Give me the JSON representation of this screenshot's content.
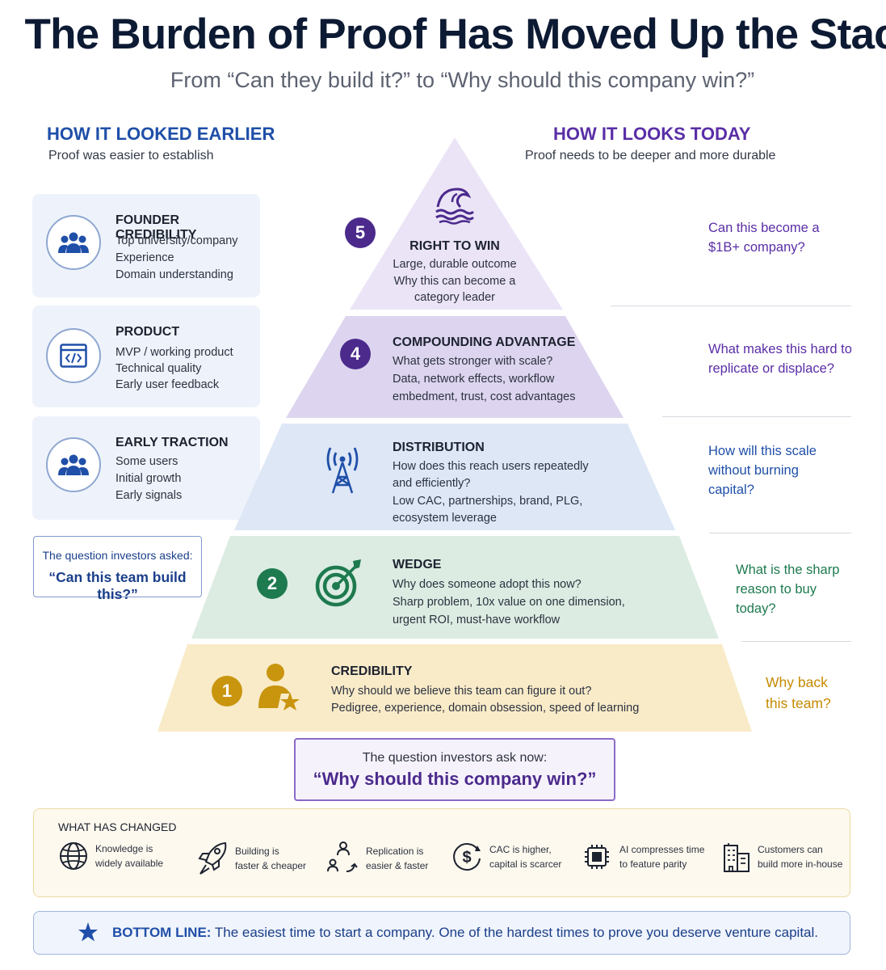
{
  "header": {
    "title": "The Burden of Proof Has Moved Up the Stack",
    "subtitle": "From “Can they build it?” to “Why should this company win?”"
  },
  "earlier": {
    "heading": "HOW IT LOOKED EARLIER",
    "subheading": "Proof was easier to establish",
    "cards": [
      {
        "title": "FOUNDER CREDIBILITY",
        "icon": "people-icon",
        "lines": [
          "Top university/company",
          "Experience",
          "Domain understanding"
        ]
      },
      {
        "title": "PRODUCT",
        "icon": "code-window-icon",
        "lines": [
          "MVP / working product",
          "Technical quality",
          "Early user feedback"
        ]
      },
      {
        "title": "EARLY TRACTION",
        "icon": "people-icon",
        "lines": [
          "Some users",
          "Initial growth",
          "Early signals"
        ]
      }
    ],
    "question_label": "The question investors asked:",
    "question": "“Can this team build this?”"
  },
  "today": {
    "heading": "HOW IT LOOKS TODAY",
    "subheading": "Proof needs to be deeper and more durable"
  },
  "pyramid": [
    {
      "level": "5",
      "title": "RIGHT TO WIN",
      "icon": "wave-icon",
      "color": "#e9e2f5",
      "badge": "#4b2a8c",
      "lines": [
        "Large, durable outcome",
        "Why this can become a",
        "category leader"
      ],
      "question": [
        "Can this become a",
        "$1B+ company?"
      ],
      "qcolor": "#5a2ea6"
    },
    {
      "level": "4",
      "title": "COMPOUNDING ADVANTAGE",
      "icon": "",
      "color": "#ddd6f0",
      "badge": "#4b2a8c",
      "lines": [
        "What gets stronger with scale?",
        "Data, network effects, workflow",
        "embedment, trust, cost advantages"
      ],
      "question": [
        "What makes this hard to",
        "replicate or displace?"
      ],
      "qcolor": "#5a2ea6"
    },
    {
      "level": "",
      "title": "DISTRIBUTION",
      "icon": "antenna-icon",
      "color": "#dbe6f6",
      "badge": "",
      "lines": [
        "How does this reach users repeatedly",
        "and efficiently?",
        "Low CAC, partnerships, brand, PLG,",
        "ecosystem leverage"
      ],
      "question": [
        "How will this scale",
        "without burning",
        "capital?"
      ],
      "qcolor": "#1f4fa8"
    },
    {
      "level": "2",
      "title": "WEDGE",
      "icon": "target-icon",
      "color": "#dcece3",
      "badge": "#1e7a4f",
      "lines": [
        "Why does someone adopt this now?",
        "Sharp problem, 10x value on one dimension,",
        "urgent ROI, must-have workflow"
      ],
      "question": [
        "What is the sharp",
        "reason to buy",
        "today?"
      ],
      "qcolor": "#1e7a4f"
    },
    {
      "level": "1",
      "title": "CREDIBILITY",
      "icon": "person-star-icon",
      "color": "#f8e9c4",
      "badge": "#c9950f",
      "lines": [
        "Why should we believe this team can figure it out?",
        "Pedigree, experience, domain obsession, speed of learning"
      ],
      "question": [
        "Why back",
        "this team?"
      ],
      "qcolor": "#c58a00"
    }
  ],
  "now_question": {
    "label": "The question investors ask now:",
    "question": "“Why should this company win?”"
  },
  "changed": {
    "heading": "WHAT HAS CHANGED",
    "items": [
      {
        "icon": "globe-icon",
        "lines": [
          "Knowledge is",
          "widely available"
        ]
      },
      {
        "icon": "rocket-icon",
        "lines": [
          "Building is",
          "faster & cheaper"
        ]
      },
      {
        "icon": "replication-icon",
        "lines": [
          "Replication is",
          "easier & faster"
        ]
      },
      {
        "icon": "dollar-icon",
        "lines": [
          "CAC is higher,",
          "capital is scarcer"
        ]
      },
      {
        "icon": "chip-icon",
        "lines": [
          "AI compresses time",
          "to feature parity"
        ]
      },
      {
        "icon": "building-icon",
        "lines": [
          "Customers can",
          "build more in-house"
        ]
      }
    ]
  },
  "bottom": {
    "label": "BOTTOM LINE:",
    "text": "The easiest time to start a company. One of the hardest times to prove you deserve venture capital."
  },
  "colors": {
    "earlier_heading": "#1f4fa8",
    "today_heading": "#5a2ea6",
    "icon_blue": "#1f4fa8"
  }
}
